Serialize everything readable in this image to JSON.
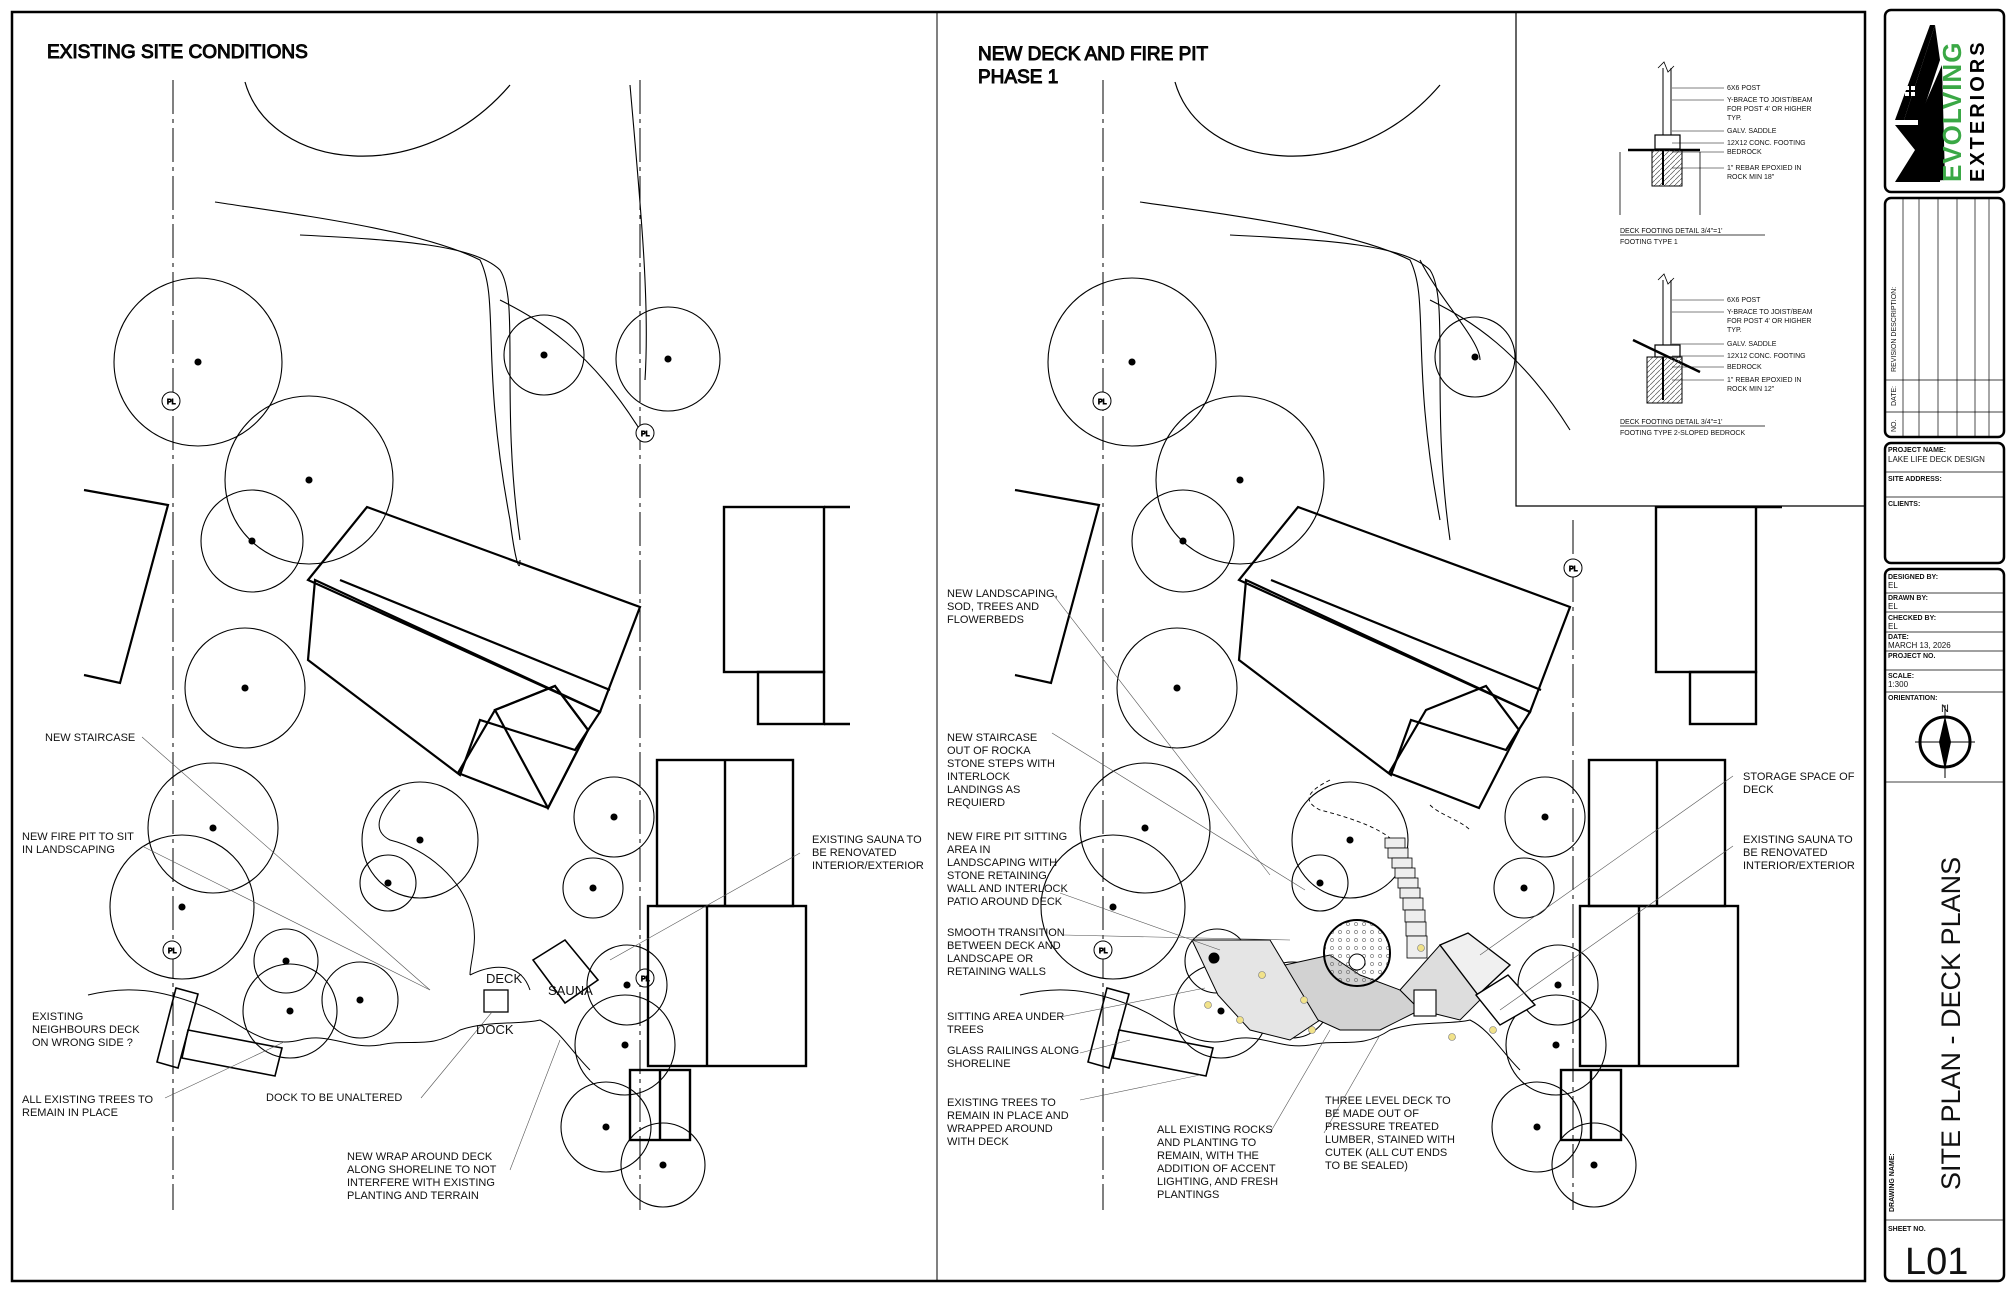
{
  "left_plan": {
    "title": "EXISTING SITE CONDITIONS",
    "labels": {
      "new_staircase": [
        "NEW STAIRCASE"
      ],
      "fire_pit": [
        "NEW FIRE PIT TO SIT",
        "IN LANDSCAPING"
      ],
      "neighbours_deck": [
        "EXISTING",
        "NEIGHBOURS DECK",
        "ON WRONG SIDE ?"
      ],
      "trees_remain": [
        "ALL EXISTING TREES TO",
        "REMAIN IN PLACE"
      ],
      "dock_unaltered": [
        "DOCK TO BE UNALTERED"
      ],
      "wrap_deck": [
        "NEW WRAP AROUND DECK",
        "ALONG SHORELINE TO NOT",
        "INTERFERE WITH EXISTING",
        "PLANTING AND TERRAIN"
      ],
      "sauna_renovated": [
        "EXISTING SAUNA TO",
        "BE RENOVATED",
        "INTERIOR/EXTERIOR"
      ]
    },
    "deck": "DECK",
    "sauna": "SAUNA",
    "dock": "DOCK"
  },
  "right_plan": {
    "title": [
      "NEW DECK AND FIRE PIT",
      "PHASE 1"
    ],
    "labels": {
      "landscaping": [
        "NEW LANDSCAPING,",
        "SOD, TREES AND",
        "FLOWERBEDS"
      ],
      "staircase": [
        "NEW STAIRCASE",
        "OUT OF ROCKA",
        "STONE STEPS WITH",
        "INTERLOCK",
        "LANDINGS AS",
        "REQUIERD"
      ],
      "fire_pit_area": [
        "NEW FIRE PIT SITTING",
        "AREA IN",
        "LANDSCAPING WITH",
        "STONE RETAINING",
        "WALL AND INTERLOCK",
        "PATIO AROUND DECK"
      ],
      "transition": [
        "SMOOTH TRANSITION",
        "BETWEEN DECK AND",
        "LANDSCAPE OR",
        "RETAINING WALLS"
      ],
      "sitting_trees": [
        "SITTING AREA UNDER",
        "TREES"
      ],
      "glass_railings": [
        "GLASS RAILINGS ALONG",
        "SHORELINE"
      ],
      "trees_remain": [
        "EXISTING TREES TO",
        "REMAIN IN PLACE AND",
        "WRAPPED AROUND",
        "WITH DECK"
      ],
      "rocks": [
        "ALL EXISTING ROCKS",
        "AND PLANTING TO",
        "REMAIN, WITH THE",
        "ADDITION OF ACCENT",
        "LIGHTING, AND FRESH",
        "PLANTINGS"
      ],
      "three_level": [
        "THREE LEVEL DECK TO",
        "BE MADE OUT OF",
        "PRESSURE TREATED",
        "LUMBER, STAINED WITH",
        "CUTEK (ALL CUT ENDS",
        "TO BE SEALED)"
      ],
      "storage": [
        "STORAGE SPACE OF",
        "DECK"
      ],
      "sauna_renovated": [
        "EXISTING SAUNA TO",
        "BE RENOVATED",
        "INTERIOR/EXTERIOR"
      ]
    }
  },
  "details": {
    "footing1": {
      "notes": [
        "6X6 POST",
        "Y-BRACE TO JOIST/BEAM",
        "FOR POST 4' OR HIGHER",
        "TYP.",
        "GALV. SADDLE",
        "12X12 CONC. FOOTING",
        "BEDROCK",
        "1\" REBAR EPOXIED IN",
        "ROCK MIN 18\""
      ],
      "caption": "DECK FOOTING DETAIL 3/4\"=1'",
      "subcaption": "FOOTING TYPE 1"
    },
    "footing2": {
      "notes": [
        "6X6 POST",
        "Y-BRACE TO JOIST/BEAM",
        "FOR POST 4' OR HIGHER",
        "TYP.",
        "GALV. SADDLE",
        "12X12 CONC. FOOTING",
        "BEDROCK",
        "1\" REBAR EPOXIED IN",
        "ROCK MIN 12\""
      ],
      "caption": "DECK FOOTING DETAIL 3/4\"=1'",
      "subcaption": "FOOTING TYPE 2-SLOPED BEDROCK"
    }
  },
  "title_block": {
    "logo_line1": "EVOLVING",
    "logo_line2": "EXTERIORS",
    "logo_accent": "#3aa845",
    "rev_no": "NO.",
    "rev_date": "DATE:",
    "rev_desc": "REVISION DESCRIPTION:",
    "project_name_label": "PROJECT NAME:",
    "project_name": "LAKE LIFE DECK DESIGN",
    "site_address_label": "SITE ADDRESS:",
    "clients_label": "CLIENTS:",
    "designed_by_label": "DESIGNED BY:",
    "designed_by": "EL",
    "drawn_by_label": "DRAWN BY:",
    "drawn_by": "EL",
    "checked_by_label": "CHECKED BY:",
    "checked_by": "EL",
    "date_label": "DATE:",
    "date": "MARCH 13, 2026",
    "project_no_label": "PROJECT NO.",
    "scale_label": "SCALE:",
    "scale": "1:300",
    "orientation_label": "ORIENTATION:",
    "north": "N",
    "drawing_name_label": "DRAWING NAME:",
    "drawing_name": "SITE PLAN - DECK PLANS",
    "sheet_no_label": "SHEET NO.",
    "sheet_no": "L01"
  }
}
